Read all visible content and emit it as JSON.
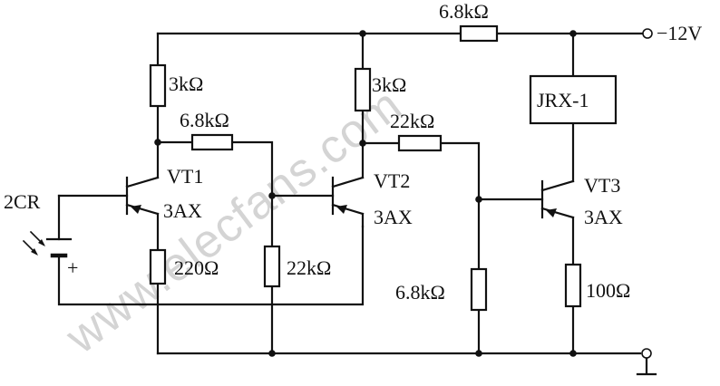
{
  "watermark": "www.elecfans.com",
  "supply": {
    "label": "−12V",
    "resistor": "6.8kΩ"
  },
  "relay": {
    "label": "JRX-1"
  },
  "photodiode": {
    "label": "2CR",
    "polarity": "+"
  },
  "stage1": {
    "transistor": {
      "name": "VT1",
      "type": "3AX"
    },
    "collector_resistor": "3kΩ",
    "coupling_resistor": "6.8kΩ",
    "emitter_resistor": "220Ω"
  },
  "stage2": {
    "transistor": {
      "name": "VT2",
      "type": "3AX"
    },
    "collector_resistor": "3kΩ",
    "coupling_resistor": "22kΩ",
    "base_resistor": "22kΩ"
  },
  "stage3": {
    "transistor": {
      "name": "VT3",
      "type": "3AX"
    },
    "base_resistor": "6.8kΩ",
    "emitter_resistor": "100Ω"
  }
}
